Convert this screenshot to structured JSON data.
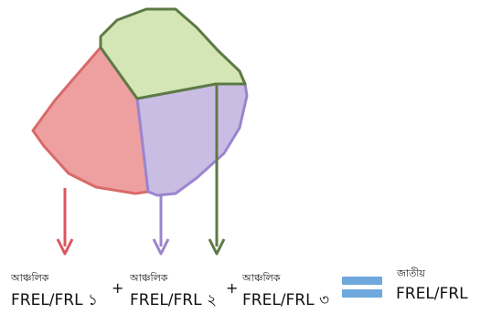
{
  "regions": [
    {
      "id": "region-1",
      "fill": "#eea0a0",
      "stroke": "#d96a6a",
      "arrow_color": "#d9575f"
    },
    {
      "id": "region-2",
      "fill": "#c9bde3",
      "stroke": "#9b85cf",
      "arrow_color": "#9a86cc"
    },
    {
      "id": "region-3",
      "fill": "#d4e6b5",
      "stroke": "#5d7a45",
      "arrow_color": "#5d7a45"
    }
  ],
  "terms": [
    {
      "prefix": "আঞ্চলিক",
      "label": "FREL/FRL ১"
    },
    {
      "prefix": "আঞ্চলিক",
      "label": "FREL/FRL ২"
    },
    {
      "prefix": "আঞ্চলিক",
      "label": "FREL/FRL ৩"
    }
  ],
  "operators": {
    "plus": "+"
  },
  "result": {
    "prefix": "জাতীয়",
    "label": "FREL/FRL"
  },
  "equals_color": "#6ea8dc"
}
